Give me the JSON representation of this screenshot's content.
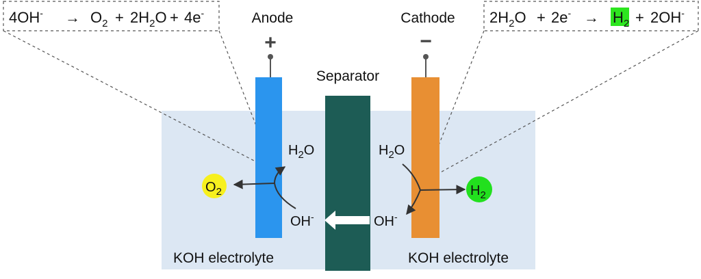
{
  "colors": {
    "electrolyte": "#dce7f3",
    "anode": "#2b95ee",
    "cathode": "#e88f33",
    "separator": "#1d5c55",
    "o2_bubble": "#f7f01e",
    "h2_bubble": "#22e01e",
    "h2_highlight": "#2de51f",
    "arrow": "#333333",
    "dashed": "#555555"
  },
  "labels": {
    "anode": "Anode",
    "cathode": "Cathode",
    "separator": "Separator",
    "anode_sign": "+",
    "cathode_sign": "−",
    "electrolyte_left": "KOH electrolyte",
    "electrolyte_right": "KOH electrolyte"
  },
  "anode_reaction": {
    "reactant": "4OH",
    "reactant_charge": "-",
    "arrow": "→",
    "p1_main": "O",
    "p1_sub": "2",
    "plus1": "+",
    "p2_pre": "2H",
    "p2_sub": "2",
    "p2_post": "O",
    "plus2": "+",
    "p3_main": "4e",
    "p3_sup": "-"
  },
  "cathode_reaction": {
    "r1_pre": "2H",
    "r1_sub": "2",
    "r1_post": "O",
    "plus1": "+",
    "r2_main": "2e",
    "r2_sup": "-",
    "arrow": "→",
    "p1_main": "H",
    "p1_sub": "2",
    "plus2": "+",
    "p2_main": "2OH",
    "p2_sup": "-"
  },
  "species": {
    "anode_h2o_main": "H",
    "anode_h2o_sub": "2",
    "anode_h2o_post": "O",
    "anode_oh_main": "OH",
    "anode_oh_sup": "-",
    "o2_main": "O",
    "o2_sub": "2",
    "cathode_h2o_main": "H",
    "cathode_h2o_sub": "2",
    "cathode_h2o_post": "O",
    "cathode_oh_main": "OH",
    "cathode_oh_sup": "-",
    "h2_main": "H",
    "h2_sub": "2"
  }
}
